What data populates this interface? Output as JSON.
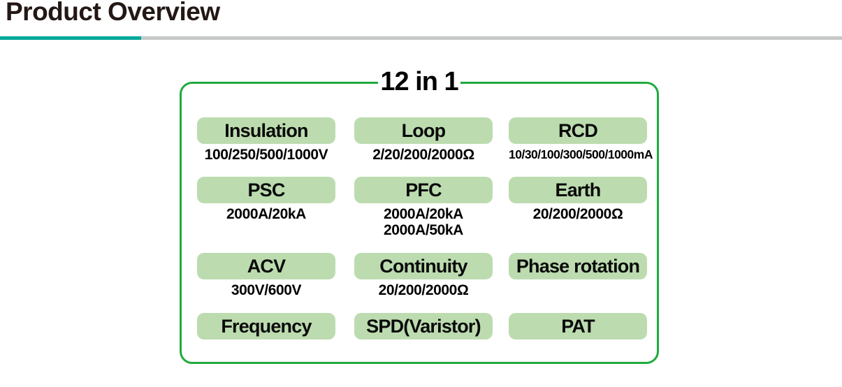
{
  "header": {
    "title": "Product Overview",
    "accent_color": "#00a89b",
    "rule_gray_color": "#c6c7c7"
  },
  "panel": {
    "title": "12 in 1",
    "border_color": "#1fab3d",
    "pill_color": "#bcdcb0",
    "cells": [
      {
        "label": "Insulation",
        "values": [
          "100/250/500/1000V"
        ]
      },
      {
        "label": "Loop",
        "values": [
          "2/20/200/2000Ω"
        ]
      },
      {
        "label": "RCD",
        "values": [
          "10/30/100/300/500/1000mA"
        ]
      },
      {
        "label": "PSC",
        "values": [
          "2000A/20kA"
        ]
      },
      {
        "label": "PFC",
        "values": [
          "2000A/20kA",
          "2000A/50kA"
        ]
      },
      {
        "label": "Earth",
        "values": [
          "20/200/2000Ω"
        ]
      },
      {
        "label": "ACV",
        "values": [
          "300V/600V"
        ]
      },
      {
        "label": "Continuity",
        "values": [
          "20/200/2000Ω"
        ]
      },
      {
        "label": "Phase rotation",
        "values": []
      },
      {
        "label": "Frequency",
        "values": []
      },
      {
        "label": "SPD(Varistor)",
        "values": []
      },
      {
        "label": "PAT",
        "values": []
      }
    ]
  },
  "layout": {
    "col_x": [
      282,
      507,
      728
    ],
    "row_y": [
      168,
      253,
      362,
      448
    ]
  }
}
